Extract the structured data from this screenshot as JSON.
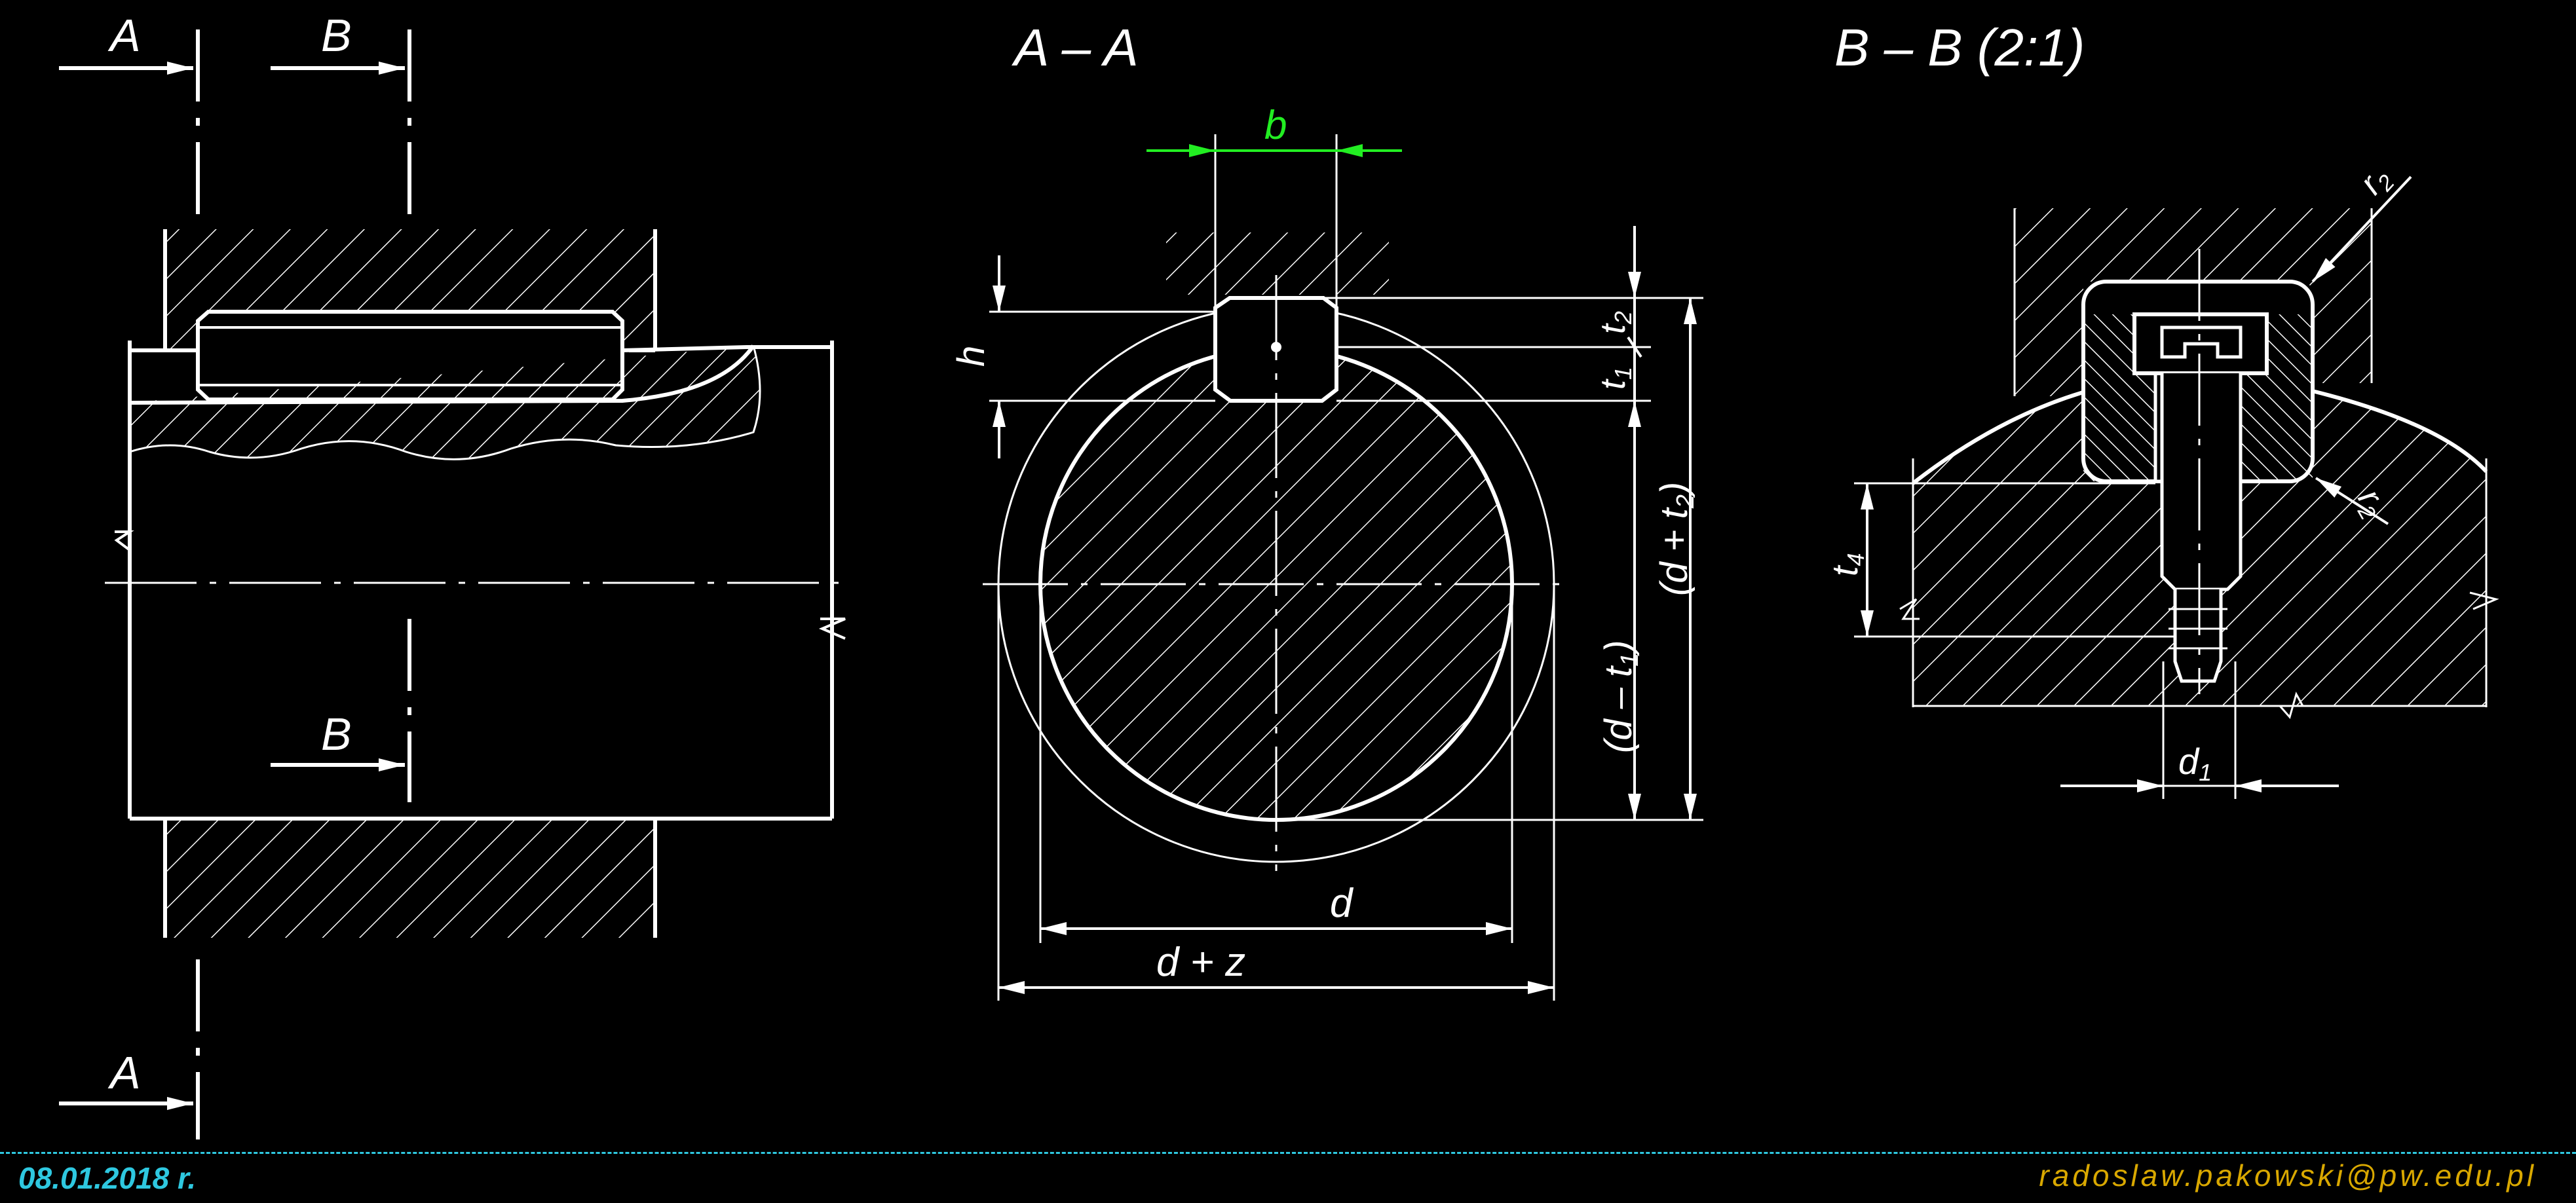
{
  "left_view": {
    "cut_a_label_top": "A",
    "cut_a_label_bottom": "A",
    "cut_b_label_top": "B",
    "cut_b_label_bottom": "B"
  },
  "section_aa": {
    "title": "A – A",
    "dim_b": "b",
    "dim_h": "h",
    "dim_t1": "t",
    "dim_t1_sub": "1",
    "dim_t2": "t",
    "dim_t2_sub": "2",
    "dim_d": "d",
    "dim_dz": "d + z",
    "dim_d_minus_t1": "(d – t",
    "dim_d_minus_t1_sub": "1",
    "dim_d_minus_t1_close": ")",
    "dim_d_plus_t2": "(d + t",
    "dim_d_plus_t2_sub": "2",
    "dim_d_plus_t2_close": ")"
  },
  "section_bb": {
    "title": "B – B (2:1)",
    "dim_r2": "r",
    "dim_r2_sub": "2",
    "dim_r1": "r",
    "dim_r1_sub": "2",
    "dim_t4": "t",
    "dim_t4_sub": "4",
    "dim_d1": "d",
    "dim_d1_sub": "1"
  },
  "footer": {
    "date": "08.01.2018 r.",
    "email": "radoslaw.pakowski@pw.edu.pl"
  },
  "colors": {
    "background": "#000000",
    "lines": "#ffffff",
    "highlight": "#22ee22",
    "footer_date": "#2ec8e0",
    "footer_email": "#d9a800"
  }
}
